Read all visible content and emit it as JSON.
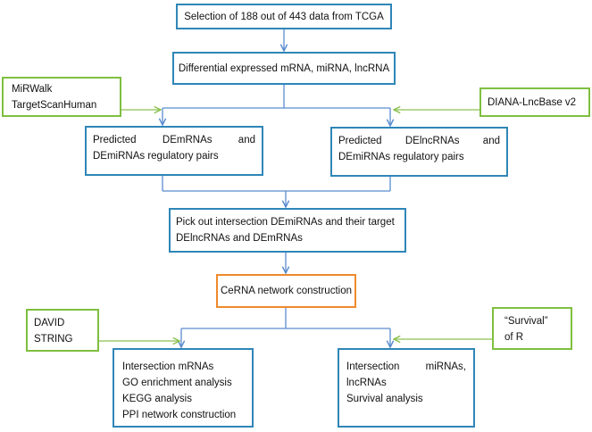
{
  "boxes": {
    "selection": "Selection of 188 out of 443 data from TCGA",
    "differential": "Differential expressed mRNA, miRNA, lncRNA",
    "tools_left": {
      "line1": "MiRWalk",
      "line2": "TargetScanHuman"
    },
    "tools_right": "DIANA-LncBase v2",
    "predicted_left": {
      "line1": "Predicted DEmRNAs and",
      "line2": "DEmiRNAs regulatory pairs"
    },
    "predicted_right": {
      "line1": "Predicted DElncRNAs and",
      "line2": "DEmiRNAs regulatory pairs"
    },
    "pick_out": {
      "line1": "Pick out intersection DEmiRNAs and their target",
      "line2": "DElncRNAs and DEmRNAs"
    },
    "cerna": "CeRNA network construction",
    "david": {
      "line1": "DAVID",
      "line2": "STRING"
    },
    "survival_r": {
      "line1": "“Survival”",
      "line2": "of R"
    },
    "analysis_left": {
      "line1": "Intersection mRNAs",
      "line2": "GO enrichment analysis",
      "line3": "KEGG analysis",
      "line4": "PPI network construction"
    },
    "analysis_right": {
      "line1": "Intersection miRNAs,",
      "line2": "lncRNAs",
      "line3": "Survival analysis"
    }
  },
  "colors": {
    "main_box_border": "#2f86b8",
    "tool_box_border": "#7fbf3f",
    "highlight_border": "#ee8a2c",
    "connector": "#5b8ccf",
    "tool_arrow": "#8cc152"
  }
}
